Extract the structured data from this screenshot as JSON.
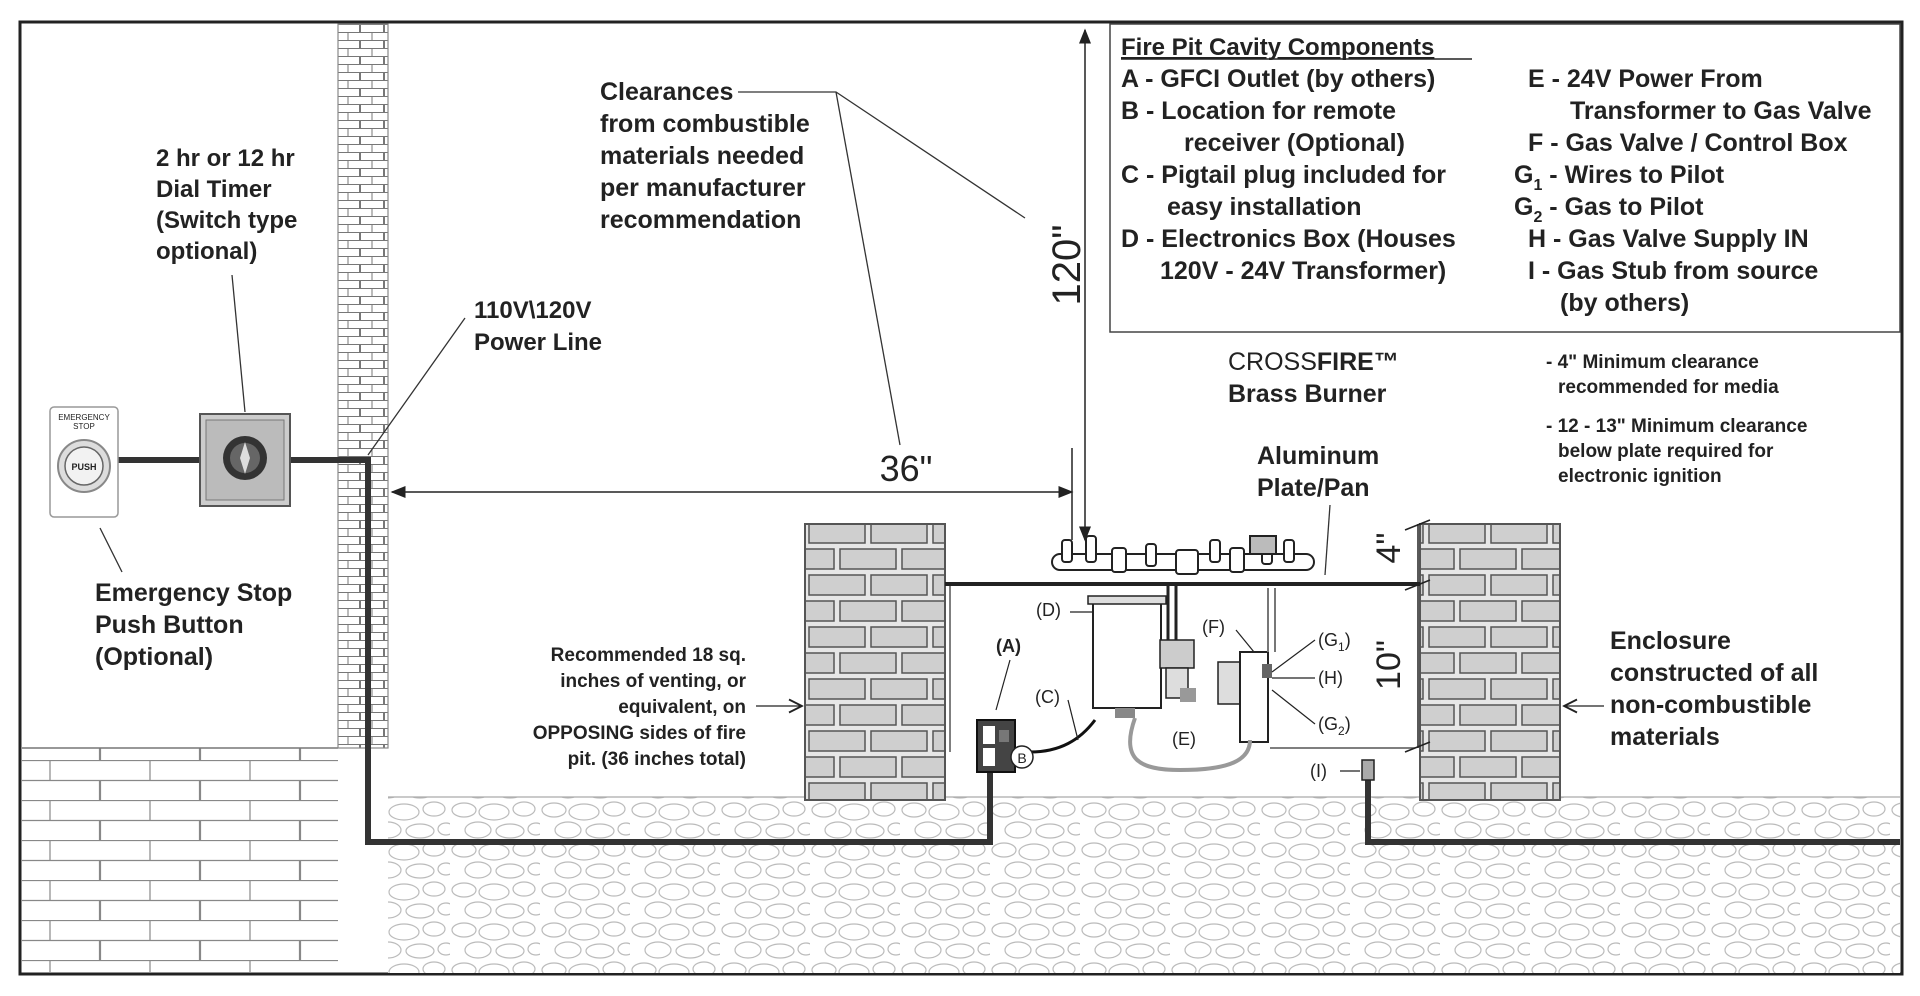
{
  "legend": {
    "title": "Fire Pit Cavity Components",
    "col1": [
      "A - GFCI Outlet (by others)",
      "B - Location for remote",
      "receiver (Optional)",
      "C - Pigtail plug included for",
      "easy installation",
      "D - Electronics Box (Houses",
      "120V - 24V Transformer)"
    ],
    "col2_e1": "E - 24V Power From",
    "col2_e2": "Transformer to Gas Valve",
    "col2_f": "F - Gas Valve / Control Box",
    "g1_prefix": "G",
    "g1_sub": "1",
    "g1_text": " - Wires to Pilot",
    "g2_prefix": "G",
    "g2_sub": "2",
    "g2_text": " - Gas to Pilot",
    "col2_h": "H - Gas Valve Supply IN",
    "col2_i1": "I - Gas Stub from source",
    "col2_i2": "(by others)"
  },
  "callouts": {
    "clearances": [
      "Clearances",
      "from combustible",
      "materials needed",
      "per manufacturer",
      "recommendation"
    ],
    "timer": [
      "2 hr or 12 hr",
      "Dial Timer",
      "(Switch type",
      "optional)"
    ],
    "power_line": [
      "110V\\120V",
      "Power Line"
    ],
    "estop": [
      "Emergency Stop",
      "Push Button",
      "(Optional)"
    ],
    "estop_face": [
      "EMERGENCY",
      "STOP"
    ],
    "estop_push": "PUSH",
    "burner_brand_a": "CROSS",
    "burner_brand_b": "FIRE™",
    "burner_name": "Brass Burner",
    "plate": [
      "Aluminum",
      "Plate/Pan"
    ],
    "min_clear": [
      "- 4\" Minimum clearance",
      "recommended for media",
      "- 12 - 13\" Minimum clearance",
      "below plate required for",
      "electronic ignition"
    ],
    "venting": [
      "Recommended 18 sq.",
      "inches of venting, or",
      "equivalent, on",
      "OPPOSING sides of fire",
      "pit. (36 inches total)"
    ],
    "enclosure": [
      "Enclosure",
      "constructed of all",
      "non-combustible",
      "materials"
    ]
  },
  "dimensions": {
    "vertical": "120\"",
    "horizontal": "36\"",
    "plate_clear": "4\"",
    "cavity": "10\""
  },
  "part_labels": {
    "A": "(A)",
    "B": "B",
    "C": "(C)",
    "D": "(D)",
    "E": "(E)",
    "F": "(F)",
    "G1": "(G",
    "G1sub": "1",
    "G1end": ")",
    "G2": "(G",
    "G2sub": "2",
    "G2end": ")",
    "H": "(H)",
    "I": "(I)"
  }
}
